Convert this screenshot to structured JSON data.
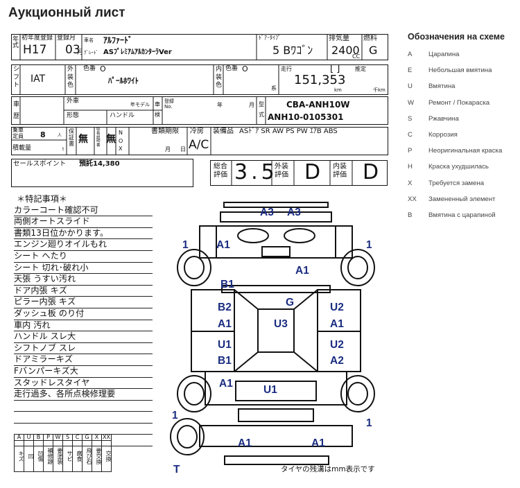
{
  "page_title": "Аукционный лист",
  "sheet": {
    "labels": {
      "nenshiki": "年\n式",
      "first_reg": "初年度登録",
      "reg_month": "登録月",
      "car_name_label": "車名",
      "grade_label": "ｸﾞﾚｰﾄﾞ",
      "door_type": "ﾄﾞｱ･ﾀｲﾌﾟ",
      "displacement": "排気量",
      "fuel": "燃料",
      "shift": "シ\nフ\nト",
      "exterior": "外\n装\n色",
      "color_no": "色番",
      "interior": "内\n装\n色",
      "mileage_label": "走行",
      "estimate": "推定",
      "km": "km",
      "thousand_km": "千km",
      "ki": "系",
      "car_history": "車\n歴",
      "outer_color": "外車",
      "model_year": "年モデル",
      "shape": "形態",
      "handle": "ハンドル",
      "reg_no": "登録\nNo.",
      "year": "年",
      "month": "月",
      "inspection": "車\n検",
      "model_label": "型\n式",
      "capacity": "乗車\n定員",
      "person": "人",
      "load": "積載量",
      "ton": "t",
      "warranty": "保証書",
      "manual": "取扱説明書",
      "none1": "無",
      "none2": "無",
      "nox": "N\nO\nX",
      "doc_deadline": "書類期限",
      "ac_label": "冷房",
      "month2": "月",
      "day": "日",
      "equipment": "装備品",
      "sales_point": "セールスポイント",
      "total_eval": "総合\n評価",
      "ext_eval": "外装\n評価",
      "int_eval": "内装\n評価",
      "tire_note": "タイヤの残溝はmm表示です"
    },
    "values": {
      "year_value": "H17",
      "month_value": "03",
      "car_name": "ｱﾙﾌｧｰﾄﾞ",
      "grade": "ASﾌﾟﾚﾐｱﾑｱﾙｶﾝﾀｰﾗVer",
      "door_type_value": "5 Bﾜｺﾞﾝ",
      "displacement_value": "2400",
      "cc": "CC",
      "fuel_value": "G",
      "shift_value": "IAT",
      "ext_color_no": "O",
      "ext_color": "ﾊﾟｰﾙﾎﾜｲﾄ",
      "int_color_no": "O",
      "mileage": "151,353",
      "model_code": "CBA-ANH10W",
      "chassis": "ANH10-0105301",
      "capacity_value": "8",
      "ac_value": "A/C",
      "equipment_value": "ASﾄﾞｱ SR AW PS PW ｴｱB ABS",
      "sales_point_value": "預託14,380",
      "total_score": "3.5",
      "ext_score": "D",
      "int_score": "D"
    },
    "notes_title": "＊特記事項＊",
    "notes": [
      "カラーコート確認不可",
      "両側オートスライド",
      "書類13日位かかります。",
      "エンジン廻りオイルもれ",
      "シート へたり",
      "シート 切れ･破れ小",
      "天張 うすい汚れ",
      "ドア内張 キズ",
      "ピラー内張 キズ",
      "ダッシュ板 のり付",
      "車内 汚れ",
      "ハンドル スレ大",
      "シフトノブ スレ",
      "ドアミラーキズ",
      "Fバンパーキズ大",
      "スタッドレスタイヤ",
      "走行過多、各所点検修理要",
      "",
      "",
      "",
      ""
    ],
    "key_codes": [
      "A",
      "U",
      "B",
      "P",
      "W",
      "S",
      "C",
      "G",
      "X",
      "XX"
    ],
    "key_meanings": [
      "キズ",
      "凹",
      "凹傷",
      "補修跡",
      "要塗装",
      "サビ",
      "腐食",
      "飛び石",
      "要交換",
      "交換"
    ],
    "diagram_labels": {
      "a3_left": "A3",
      "a3_right": "A3",
      "front_left_a1": "A1",
      "hood_a1": "A1",
      "left_front_tire": "1",
      "right_front_tire": "1",
      "b1_front": "B1",
      "g_roof": "G",
      "b2_left": "B2",
      "a1_left_door": "A1",
      "u3_roof": "U3",
      "u2_right": "U2",
      "a1_right_door": "A1",
      "u1_left": "U1",
      "b1_left": "B1",
      "u2_right_rear": "U2",
      "a2_right": "A2",
      "a1_left_rear": "A1",
      "u1_rear": "U1",
      "left_rear_tire": "1",
      "right_rear_tire": "1",
      "a1_rear_left": "A1",
      "a1_rear_right": "A1",
      "spare": "T"
    }
  },
  "legend": {
    "title": "Обозначения на схеме",
    "items": [
      {
        "code": "A",
        "label": "Царапина"
      },
      {
        "code": "E",
        "label": "Небольшая вмятина"
      },
      {
        "code": "U",
        "label": "Вмятина"
      },
      {
        "code": "W",
        "label": "Ремонт / Покараска"
      },
      {
        "code": "S",
        "label": "Ржавчина"
      },
      {
        "code": "C",
        "label": "Коррозия"
      },
      {
        "code": "P",
        "label": "Неоригинальная краска"
      },
      {
        "code": "H",
        "label": "Краска ухудшилась"
      },
      {
        "code": "X",
        "label": "Требуется замена"
      },
      {
        "code": "XX",
        "label": "Замененный элемент"
      },
      {
        "code": "B",
        "label": "Вмятина с царапиной"
      }
    ]
  }
}
